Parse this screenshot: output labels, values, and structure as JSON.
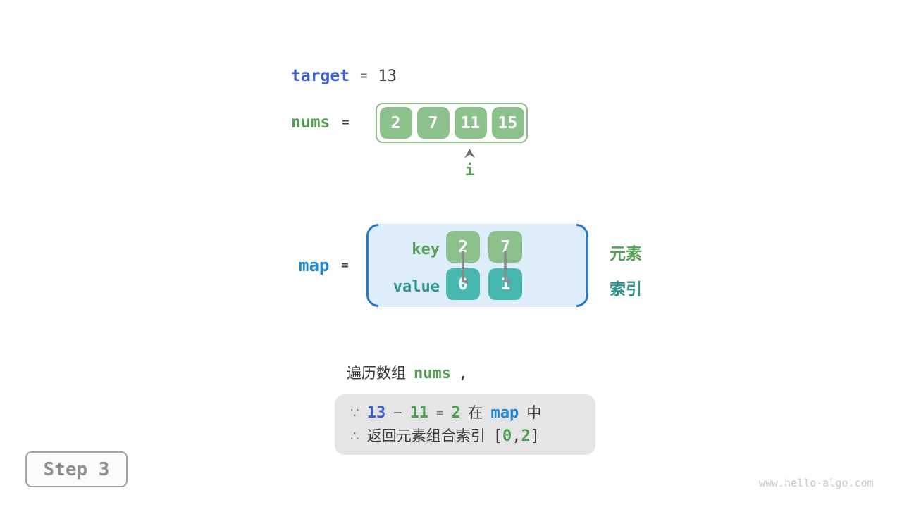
{
  "target_row": {
    "label": "target",
    "eq": "=",
    "value": "13"
  },
  "nums_row": {
    "label": "nums",
    "eq": "=",
    "cells": [
      "2",
      "7",
      "11",
      "15"
    ],
    "pointer": "i"
  },
  "map_row": {
    "label": "map",
    "eq": "=",
    "key_label": "key",
    "value_label": "value",
    "keys": [
      "2",
      "7"
    ],
    "values": [
      "0",
      "1"
    ],
    "element_label": "元素",
    "index_label": "索引"
  },
  "caption": {
    "text": "遍历数组",
    "code": "nums",
    "comma": ","
  },
  "note": {
    "line1": {
      "because": "∵",
      "minuend": "13",
      "minus": "−",
      "subtrahend": "11",
      "eq": "=",
      "result": "2",
      "zai": "在",
      "code": "map",
      "zhong": "中"
    },
    "line2": {
      "therefore": "∴",
      "text": "返回元素组合索引",
      "open": "[",
      "idx1": "0",
      "comma": ",",
      "idx2": "2",
      "close": "]"
    }
  },
  "step": {
    "label": "Step 3"
  },
  "watermark": "www.hello-algo.com",
  "colors": {
    "green_box": "#8cc18c",
    "teal_box": "#47b8b0",
    "green_text": "#55a055",
    "teal_text": "#2f948e",
    "royal_blue": "#3b5fd0",
    "bright_blue": "#1e87d6",
    "bracket_blue": "#2779cc",
    "map_bg": "#ddeefa",
    "note_bg": "#e5e5e7"
  }
}
